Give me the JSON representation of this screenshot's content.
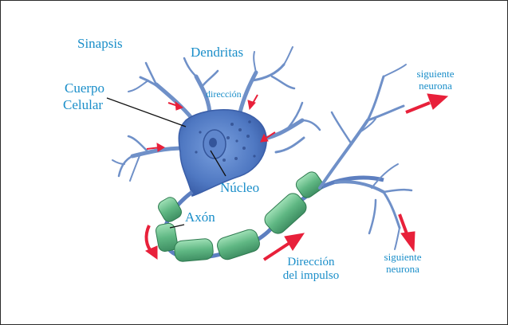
{
  "labels": {
    "sinapsis": "Sinapsis",
    "dendritas": "Dendritas",
    "cuerpo": "Cuerpo",
    "celular": "Celular",
    "direccion_small": "dirección",
    "nucleo": "Núcleo",
    "axon": "Axón",
    "siguiente_top_1": "siguiente",
    "siguiente_top_2": "neurona",
    "direccion_impulso_1": "Dirección",
    "direccion_impulso_2": "del impulso",
    "siguiente_bottom_1": "siguiente",
    "siguiente_bottom_2": "neurona"
  },
  "colors": {
    "label_text": "#1a8ec9",
    "arrow": "#e8203a",
    "soma": "#4f78c2",
    "dendrite": "#6f90c8",
    "myelin": "#6cc08e",
    "pointer_line": "#111111"
  }
}
